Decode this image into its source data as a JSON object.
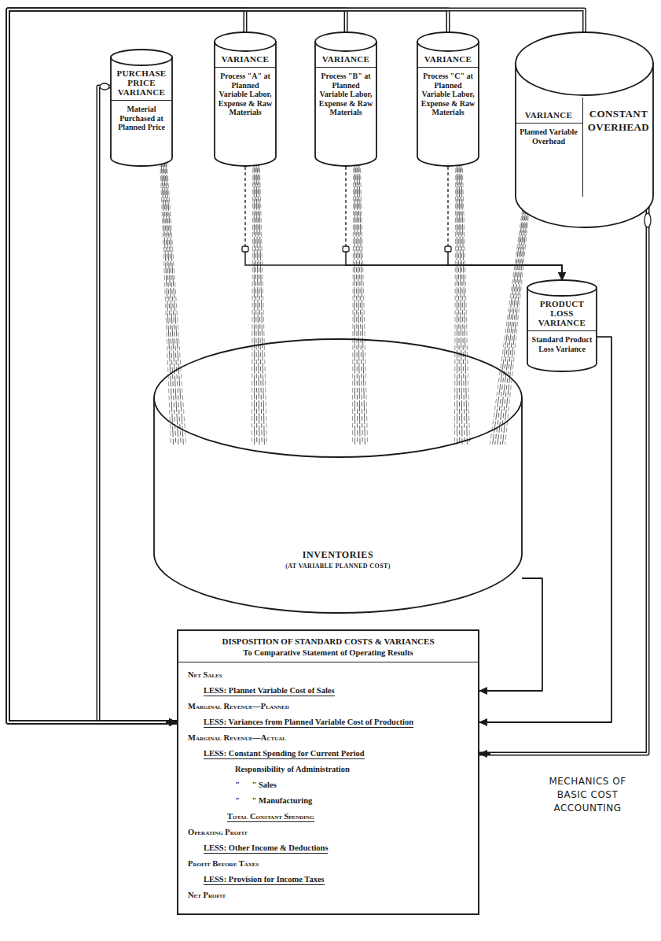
{
  "diagram": {
    "title": "MECHANICS OF BASIC COST ACCOUNTING",
    "nodes": [
      {
        "text": [
          "PURCHASE PRICE VARIANCE",
          "Material Purchased at Planned Price"
        ]
      },
      {
        "text": [
          "VARIANCE",
          "Process \"A\" at Planned Variable Labor, Expense & Raw Materials"
        ]
      },
      {
        "text": [
          "VARIANCE",
          "Process \"B\" at Planned Variable Labor, Expense & Raw Materials"
        ]
      },
      {
        "text": [
          "VARIANCE",
          "Process \"C\" at Planned Variable Labor, Expense & Raw Materials"
        ]
      },
      {
        "text": [
          "VARIANCE",
          "Planned Variable Overhead",
          "CONSTANT OVERHEAD"
        ]
      },
      {
        "text": [
          "PRODUCT LOSS VARIANCE",
          "Standard Product Loss Variance"
        ]
      },
      {
        "text": [
          "INVENTORIES",
          "(AT VARIABLE PLANNED COST)"
        ]
      },
      {
        "text": [
          "DISPOSITION OF STANDARD COSTS & VARIANCES",
          "To Comparative Statement of Operating Results"
        ]
      },
      {
        "text": [
          "LESS: Plannet Variable Cost of Sales"
        ],
        "in": 7
      },
      {
        "text": [
          "LESS: Variances from Planned Variable Cost of Production"
        ],
        "in": 7
      },
      {
        "text": [
          "LESS: Constant Spending for Current Period"
        ],
        "in": 7
      }
    ],
    "edges": [
      {
        "from": 1,
        "to": 5,
        "arrow": "to"
      },
      {
        "from": 2,
        "to": 5,
        "arrow": "to"
      },
      {
        "from": 3,
        "to": 5,
        "arrow": "to"
      },
      {
        "from": 0,
        "to": 6,
        "arrow": "none"
      },
      {
        "from": 1,
        "to": 6,
        "arrow": "none"
      },
      {
        "from": 2,
        "to": 6,
        "arrow": "none"
      },
      {
        "from": 3,
        "to": 6,
        "arrow": "none"
      },
      {
        "from": 4,
        "to": 6,
        "arrow": "none"
      },
      {
        "from": 0,
        "to": 9,
        "arrow": "to"
      },
      {
        "from": 1,
        "to": 9,
        "arrow": "to"
      },
      {
        "from": 2,
        "to": 9,
        "arrow": "to"
      },
      {
        "from": 3,
        "to": 9,
        "arrow": "to"
      },
      {
        "from": 4,
        "to": 9,
        "arrow": "to"
      },
      {
        "from": 5,
        "to": 9,
        "arrow": "to"
      },
      {
        "from": 6,
        "to": 8,
        "arrow": "to"
      },
      {
        "from": 4,
        "to": 10,
        "arrow": "to"
      }
    ],
    "labels": [
      "Net Sales",
      "Marginal Revenue—Planned",
      "Marginal Revenue—Actual",
      "Responsibility of Administration",
      "\"      \" Sales",
      "\"      \" Manufacturing",
      "Total Constant Spending",
      "Operating Profit",
      "LESS: Other Income & Deductions",
      "Profit Before Taxes",
      "LESS: Provision for Income Taxes",
      "Net Profit"
    ]
  }
}
